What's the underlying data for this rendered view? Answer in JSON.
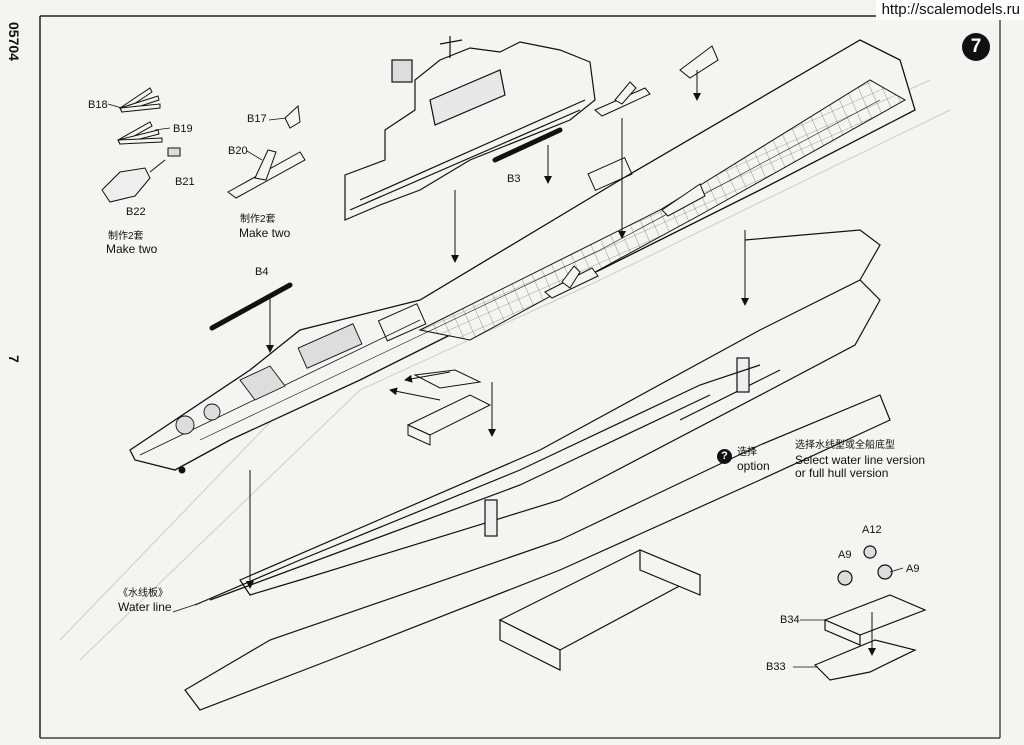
{
  "watermark": "http://scalemodels.ru",
  "product_code": "05704",
  "page_number": "7",
  "step_number": "7",
  "parts": {
    "B18": "B18",
    "B19": "B19",
    "B21": "B21",
    "B22": "B22",
    "B17": "B17",
    "B20": "B20",
    "B3": "B3",
    "B4": "B4",
    "A12": "A12",
    "A9_left": "A9",
    "A9_right": "A9",
    "B34": "B34",
    "B33": "B33"
  },
  "notes": {
    "make_two_1_cn": "制作2套",
    "make_two_1_en": "Make two",
    "make_two_2_cn": "制作2套",
    "make_two_2_en": "Make two",
    "option_cn": "选择",
    "option_en": "option",
    "select_cn": "选择水线型或全船底型",
    "select_en_1": "Select water line version",
    "select_en_2": "or full hull version",
    "waterline_cn": "《水线板》",
    "waterline_en": "Water line"
  },
  "icons": [
    "question-mark-icon"
  ]
}
